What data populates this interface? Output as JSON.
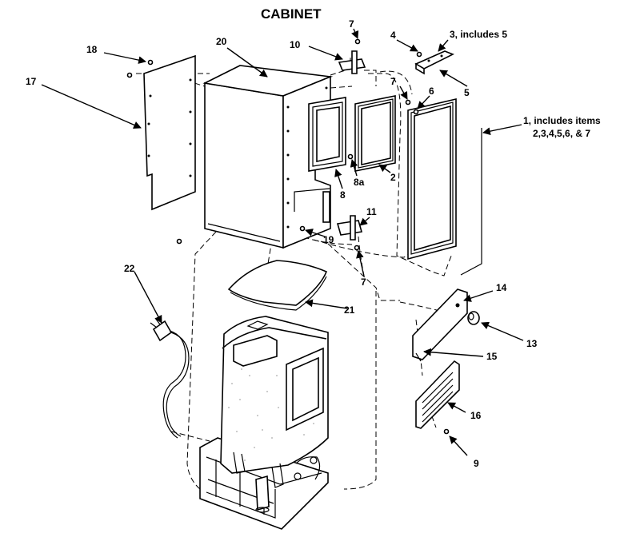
{
  "title": "CABINET",
  "callouts": {
    "c1a": "1, includes items",
    "c1b": "2,3,4,5,6, & 7",
    "c2": "2",
    "c3": "3, includes 5",
    "c4": "4",
    "c5": "5",
    "c6": "6",
    "c7a": "7",
    "c7b": "7",
    "c7c": "7",
    "c8": "8",
    "c8a": "8a",
    "c9": "9",
    "c10": "10",
    "c11": "11",
    "c13": "13",
    "c14": "14",
    "c15": "15",
    "c16": "16",
    "c17": "17",
    "c18": "18",
    "c19": "19",
    "c20": "20",
    "c21": "21",
    "c22": "22"
  },
  "colors": {
    "line": "#000000",
    "background": "#ffffff",
    "texture": "#bdbdbd"
  }
}
